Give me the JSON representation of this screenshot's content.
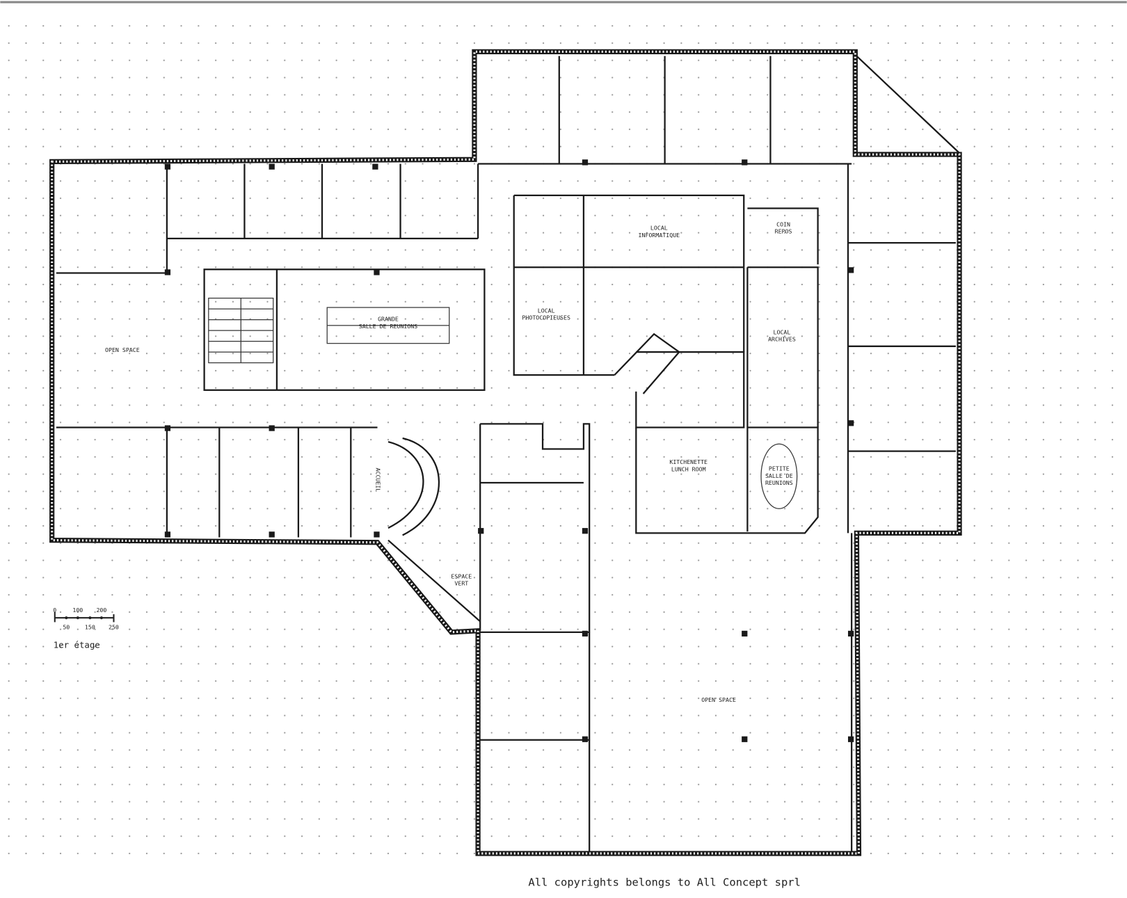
{
  "plan": {
    "floor_label": "1er étage",
    "copyright": "All copyrights belongs to All Concept sprl",
    "scale_bar": {
      "top_ticks": [
        "0",
        "100",
        "200"
      ],
      "bottom_ticks": [
        "50",
        "150",
        "250"
      ]
    },
    "rooms": {
      "open_space_left": [
        "OPEN SPACE"
      ],
      "grande_salle": [
        "GRANDE",
        "SALLE DE REUNIONS"
      ],
      "local_informatique": [
        "LOCAL",
        "INFORMATIQUE"
      ],
      "coin_repos": [
        "COIN",
        "REPOS"
      ],
      "local_photocopieuses": [
        "LOCAL",
        "PHOTOCOPIEUSES"
      ],
      "local_archives": [
        "LOCAL",
        "ARCHIVES"
      ],
      "kitchenette": [
        "KITCHENETTE",
        "LUNCH ROOM"
      ],
      "petite_salle": [
        "PETITE",
        "SALLE DE",
        "REUNIONS"
      ],
      "accueil": [
        "ACCUEIL"
      ],
      "espace_vert": [
        "ESPACE",
        "VERT"
      ],
      "open_space_main": [
        "OPEN SPACE"
      ]
    }
  }
}
